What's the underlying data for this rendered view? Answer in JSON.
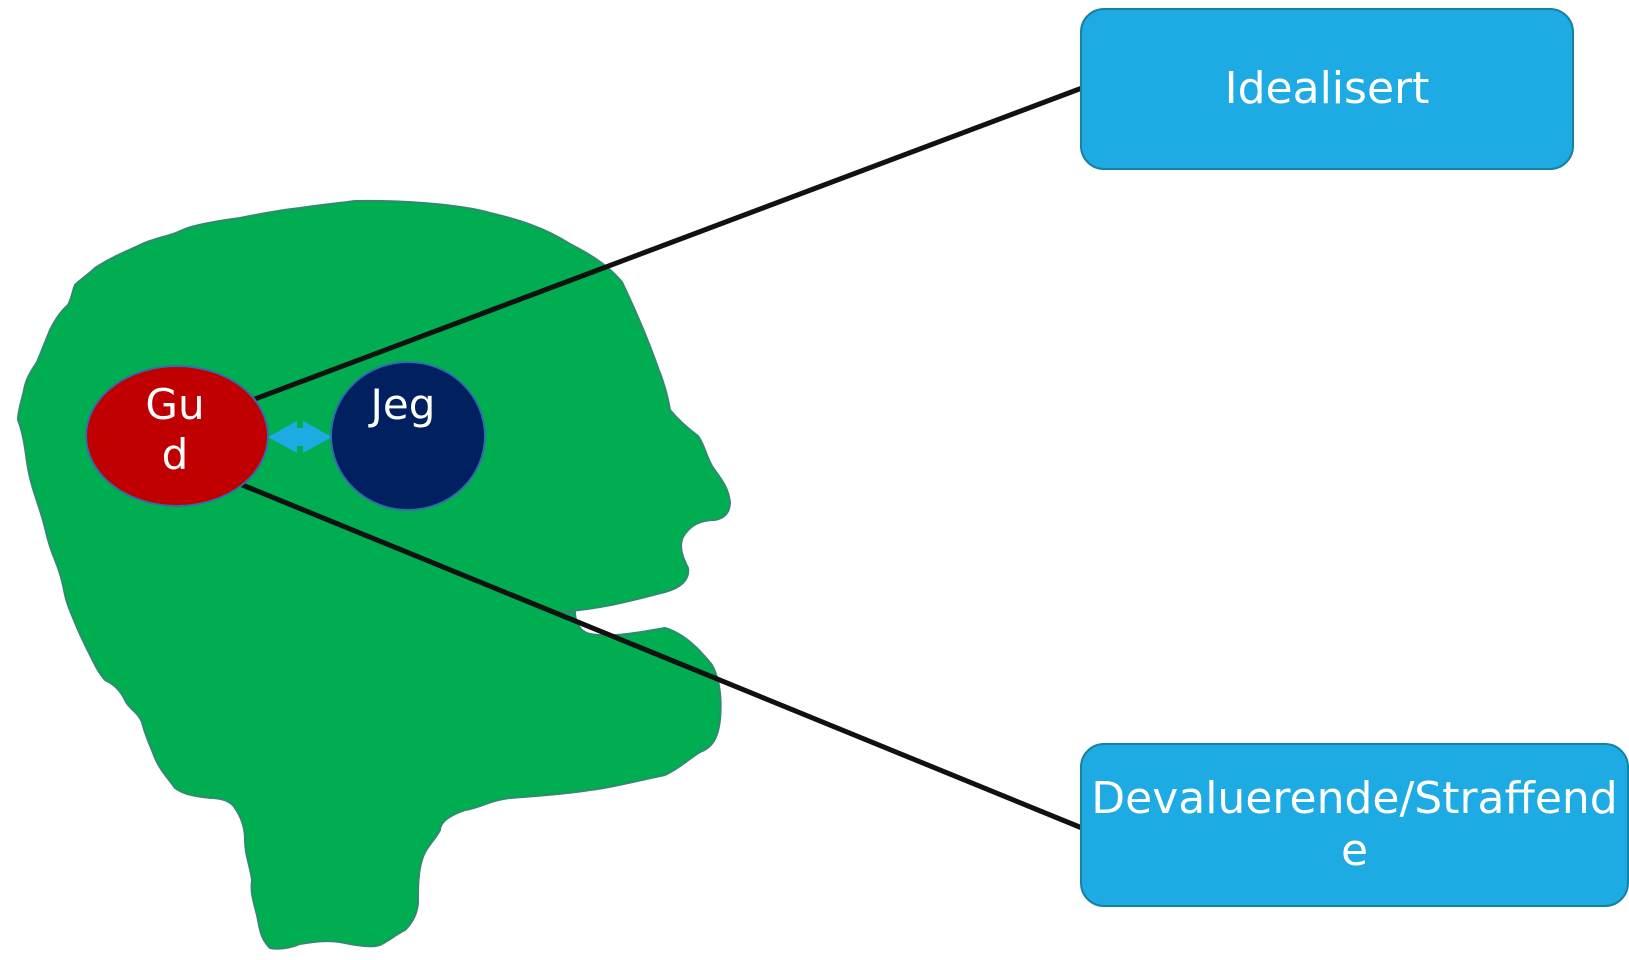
{
  "labels": {
    "top": "Idealisert",
    "bottom": "Devaluerende/Straffende"
  },
  "nodes": {
    "god": "Gud",
    "self": "Jeg"
  },
  "colors": {
    "head": "#00ad50",
    "head_outline": "#2e8b6e",
    "god_node": "#c00000",
    "self_node": "#002060",
    "node_outline": "#2f6fa8",
    "box_fill": "#1eabe3",
    "arrow": "#1eabe3",
    "connector": "#111111"
  }
}
